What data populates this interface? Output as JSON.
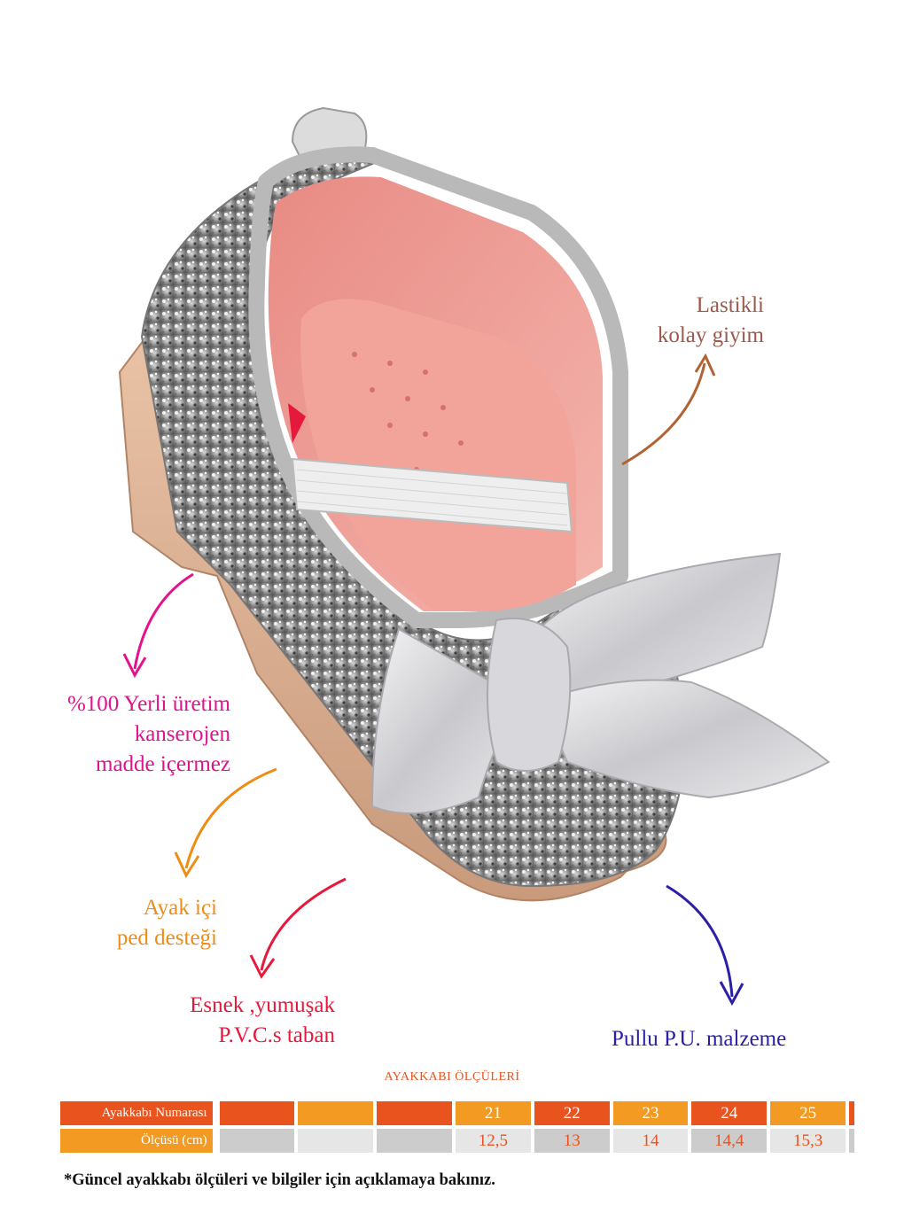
{
  "colors": {
    "orange_dark": "#e8531e",
    "orange_light": "#f29a22",
    "gray_dark": "#cccccc",
    "gray_light": "#e6e6e6",
    "callout_brown": "#9b5a4e",
    "callout_magenta": "#e4118e",
    "callout_orange": "#ef8c14",
    "callout_red": "#e5193c",
    "callout_blue": "#2a1fa8",
    "title_red": "#e8531e"
  },
  "callouts": {
    "lastikli": [
      "Lastikli",
      "kolay giyim"
    ],
    "yerli": [
      "%100 Yerli üretim",
      "kanserojen",
      "madde içermez"
    ],
    "ayak": [
      "Ayak içi",
      "ped desteği"
    ],
    "esnek": [
      "Esnek ,yumuşak",
      "P.V.C.s taban"
    ],
    "pullu": [
      "Pullu P.U. malzeme"
    ]
  },
  "size_chart": {
    "title": "AYAKKABI ÖLÇÜLERİ",
    "row1_label": "Ayakkabı Numarası",
    "row2_label": "Ölçüsü (cm)",
    "sizes": [
      "",
      "",
      "",
      "21",
      "22",
      "23",
      "24",
      "25"
    ],
    "lengths": [
      "",
      "",
      "",
      "12,5",
      "13",
      "14",
      "14,4",
      "15,3"
    ]
  },
  "footnote": "*Güncel ayakkabı ölçüleri ve bilgiler için açıklamaya bakınız."
}
